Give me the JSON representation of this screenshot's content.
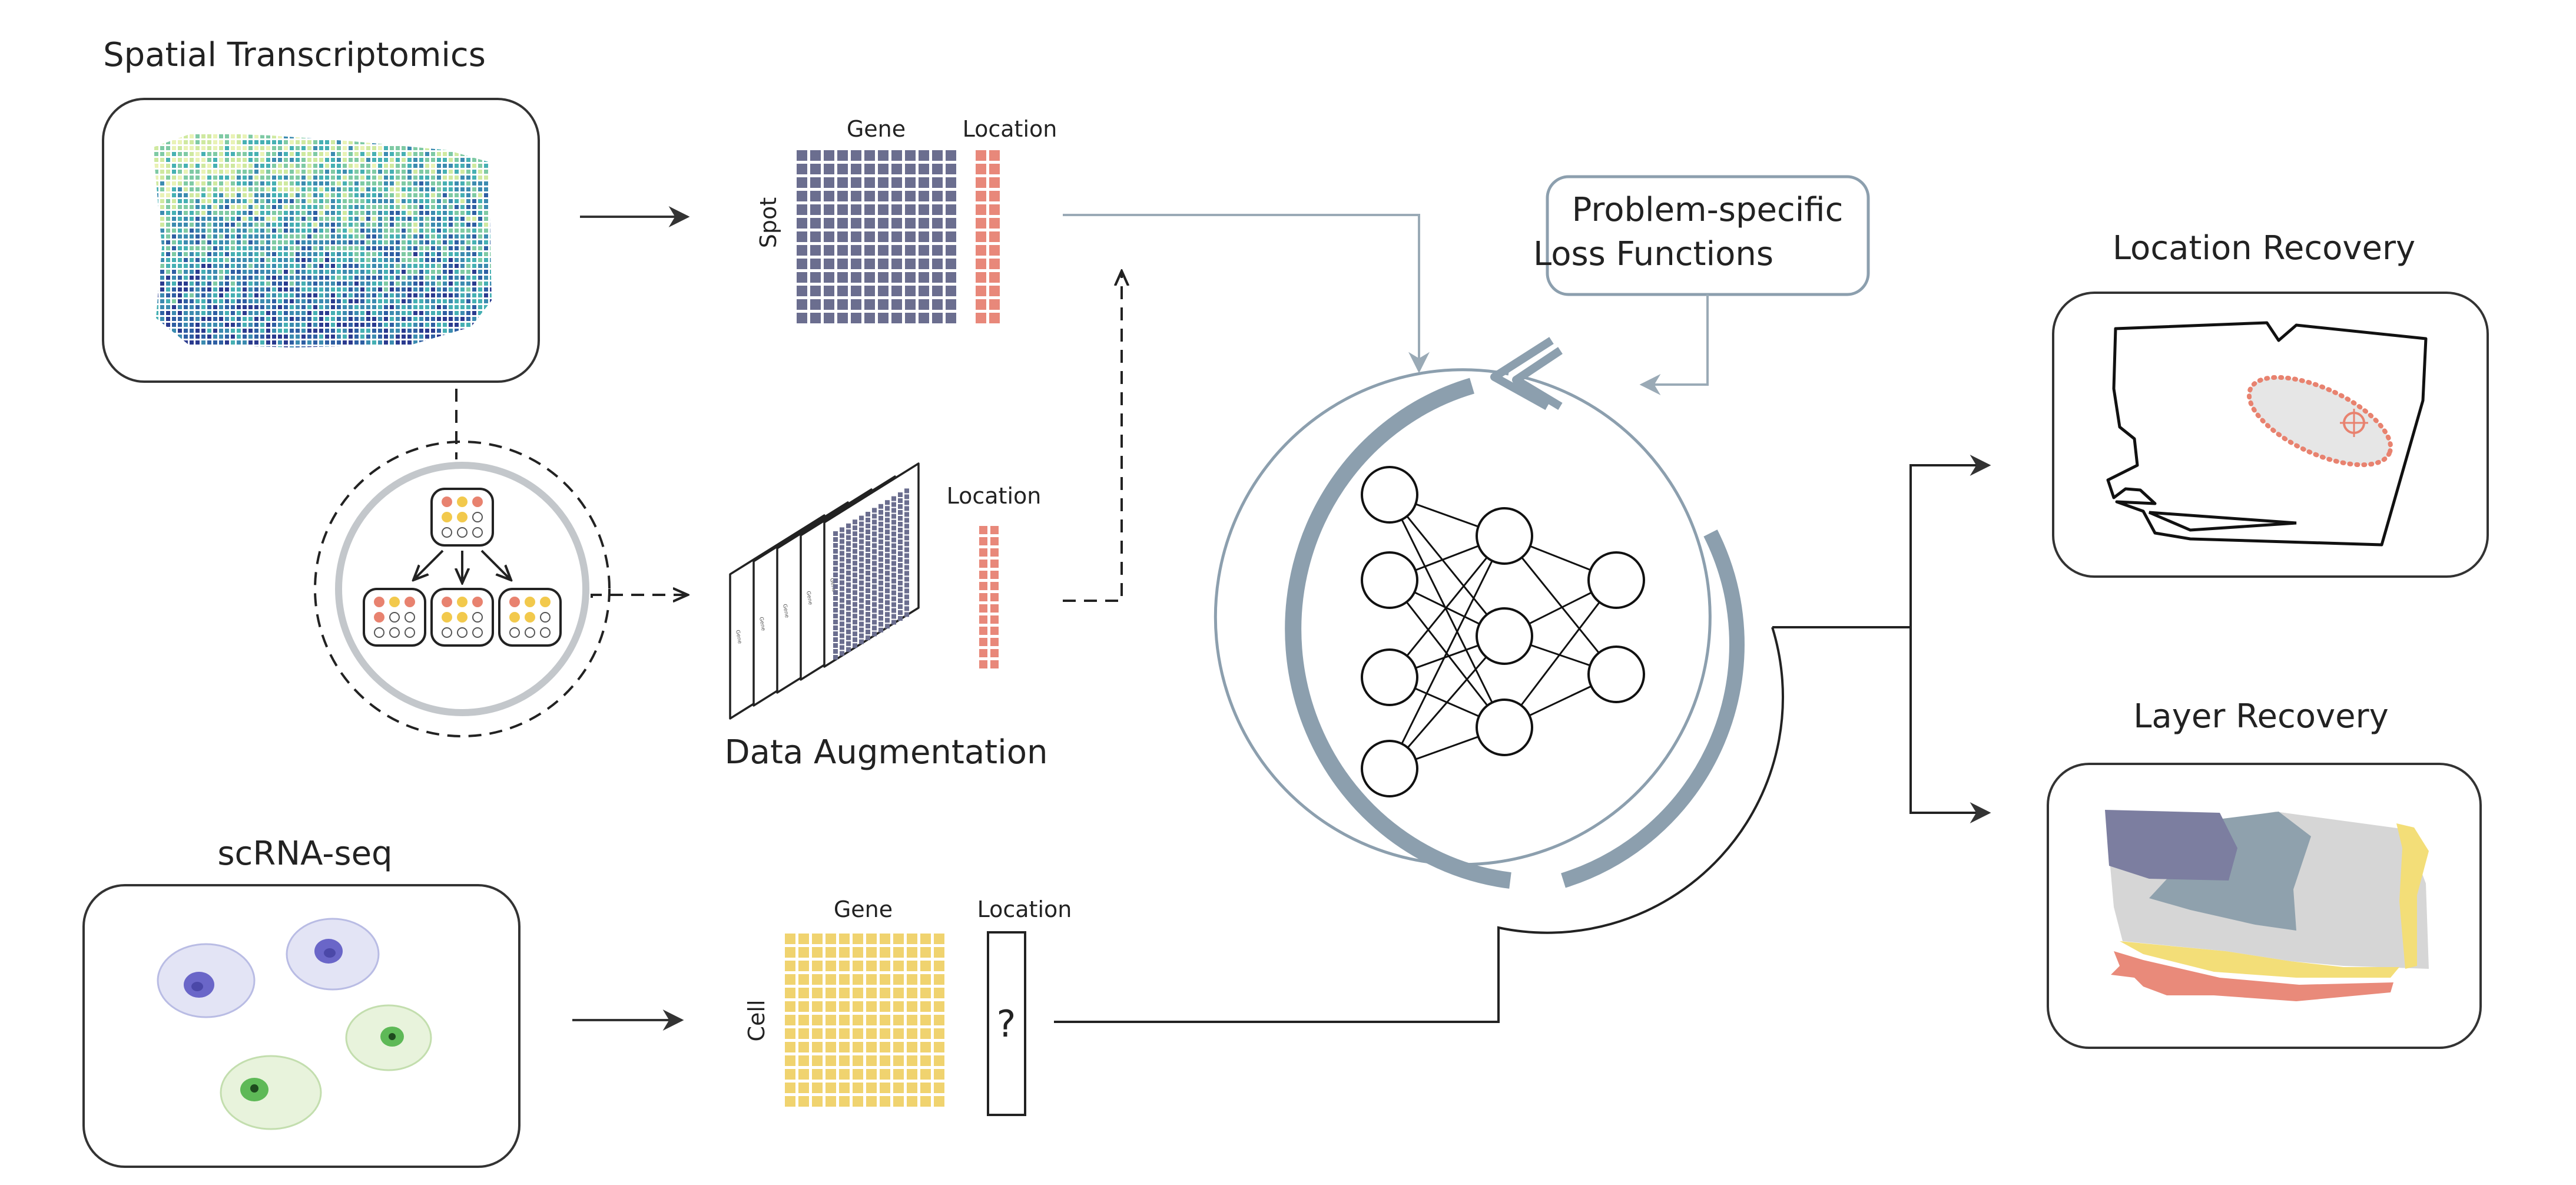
{
  "labels": {
    "spatial_transcriptomics": "Spatial Transcriptomics",
    "gene_top": "Gene",
    "location_top": "Location",
    "spot": "Spot",
    "location_mid": "Location",
    "data_augmentation": "Data Augmentation",
    "loss_line1": "Problem-specific",
    "loss_line2": "Loss Functions",
    "location_recovery": "Location Recovery",
    "layer_recovery": "Layer Recovery",
    "scrna_seq": "scRNA-seq",
    "gene_bottom": "Gene",
    "location_bottom": "Location",
    "cell": "Cell",
    "unknown": "?",
    "aug_card_text": "Gene"
  },
  "colors": {
    "spot_matrix": "#6b6e8f",
    "location_vector": "#e8887a",
    "cell_matrix": "#f0d36f",
    "network_ring": "#8c9fae",
    "loss_border": "#8c9fae",
    "cell_purple": "#6a66c8",
    "cell_purple_bg": "#e3e4f5",
    "cell_green": "#5eb957",
    "cell_green_bg": "#e8f3dc",
    "layer_purple": "#7c7ea0",
    "layer_slate": "#8fa1ad",
    "layer_grey": "#d6d6d6",
    "layer_yellow": "#f3de78",
    "layer_red": "#e98a7a",
    "dot_red": "#e8826f",
    "dot_yellow": "#f2c94c"
  },
  "network": {
    "layers": [
      4,
      3,
      2
    ]
  },
  "icons": {
    "network": "neural-network-icon",
    "target": "crosshair-icon"
  }
}
